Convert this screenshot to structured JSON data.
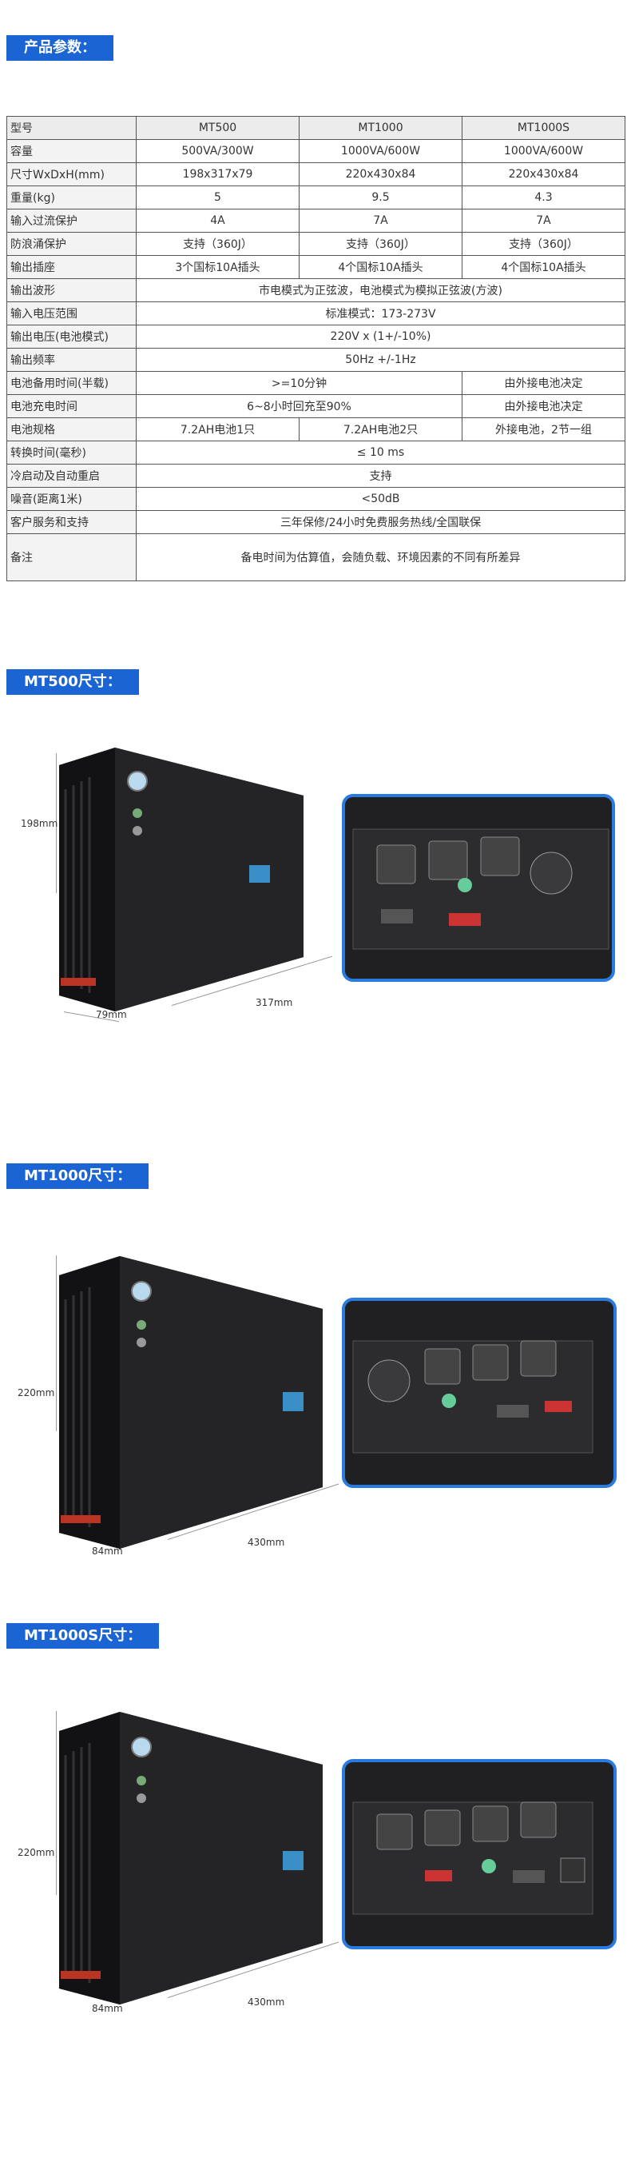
{
  "section_params": "产品参数：",
  "table": {
    "header": [
      "型号",
      "MT500",
      "MT1000",
      "MT1000S"
    ],
    "rows": [
      {
        "label": "容量",
        "cells": [
          "500VA/300W",
          "1000VA/600W",
          "1000VA/600W"
        ]
      },
      {
        "label": "尺寸WxDxH(mm)",
        "cells": [
          "198x317x79",
          "220x430x84",
          "220x430x84"
        ]
      },
      {
        "label": "重量(kg)",
        "cells": [
          "5",
          "9.5",
          "4.3"
        ]
      },
      {
        "label": "输入过流保护",
        "cells": [
          "4A",
          "7A",
          "7A"
        ]
      },
      {
        "label": "防浪涌保护",
        "cells": [
          "支持（360J）",
          "支持（360J）",
          "支持（360J）"
        ]
      },
      {
        "label": "输出插座",
        "cells": [
          "3个国标10A插头",
          "4个国标10A插头",
          "4个国标10A插头"
        ]
      },
      {
        "label": "输出波形",
        "span": "市电模式为正弦波，电池模式为模拟正弦波(方波)"
      },
      {
        "label": "输入电压范围",
        "span": "标准模式：173-273V"
      },
      {
        "label": "输出电压(电池模式)",
        "span": "220V x (1+/-10%)"
      },
      {
        "label": "输出频率",
        "span": "50Hz +/-1Hz"
      },
      {
        "label": "电池备用时间(半载)",
        "span2": ">=10分钟",
        "last": "由外接电池决定"
      },
      {
        "label": "电池充电时间",
        "span2": "6~8小时回充至90%",
        "last": "由外接电池决定"
      },
      {
        "label": "电池规格",
        "cells": [
          "7.2AH电池1只",
          "7.2AH电池2只",
          "外接电池，2节一组"
        ]
      },
      {
        "label": "转换时间(毫秒)",
        "span": "≤ 10 ms"
      },
      {
        "label": "冷启动及自动重启",
        "span": "支持"
      },
      {
        "label": "噪音(距离1米)",
        "span": "<50dB"
      },
      {
        "label": "客户服务和支持",
        "span": "三年保修/24小时免费服务热线/全国联保"
      },
      {
        "label": "备注",
        "span": "备电时间为估算值，会随负载、环境因素的不同有所差异",
        "note": true
      }
    ]
  },
  "products": [
    {
      "title": "MT500尺寸：",
      "height": "198mm",
      "width": "79mm",
      "depth": "317mm"
    },
    {
      "title": "MT1000尺寸：",
      "height": "220mm",
      "width": "84mm",
      "depth": "430mm"
    },
    {
      "title": "MT1000S尺寸：",
      "height": "220mm",
      "width": "84mm",
      "depth": "430mm"
    }
  ],
  "colors": {
    "accent": "#1a64d4",
    "device": "#1c1c1e",
    "panel_border": "#2a7be0"
  }
}
